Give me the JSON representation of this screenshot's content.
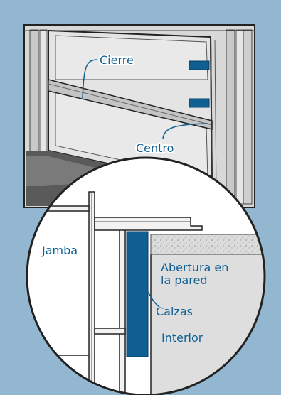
{
  "diagram": {
    "labels": {
      "cierre": "Cierre",
      "centro": "Centro",
      "jamba": "Jamba",
      "abertura_line1": "Abertura en",
      "abertura_line2": "la pared",
      "calzas": "Calzas",
      "interior": "Interior"
    },
    "colors": {
      "background": "#93b7d1",
      "window_fill": "#dcdcdc",
      "outline": "#222222",
      "shim": "#0f5f93",
      "label_text": "#0f5f93"
    }
  }
}
